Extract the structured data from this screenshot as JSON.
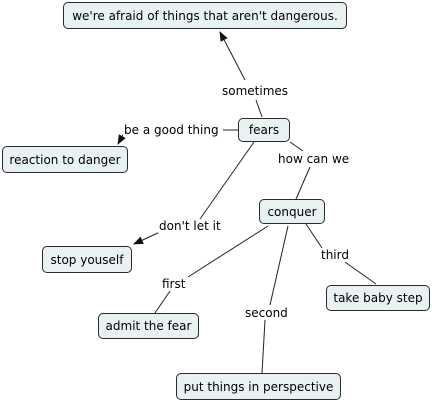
{
  "map": {
    "nodes": {
      "afraid": "we're afraid of things that aren't dangerous.",
      "fears": "fears",
      "reaction": "reaction to danger",
      "conquer": "conquer",
      "stop": "stop youself",
      "baby": "take baby step",
      "admit": "admit the fear",
      "perspective": "put things in perspective"
    },
    "links": {
      "sometimes": "sometimes",
      "good": "be a good thing",
      "how": "how can we",
      "dont": "don't let it",
      "third": "third",
      "first": "first",
      "second": "second"
    }
  },
  "colors": {
    "node_fill": "#e9f2f2",
    "line": "#222222"
  }
}
